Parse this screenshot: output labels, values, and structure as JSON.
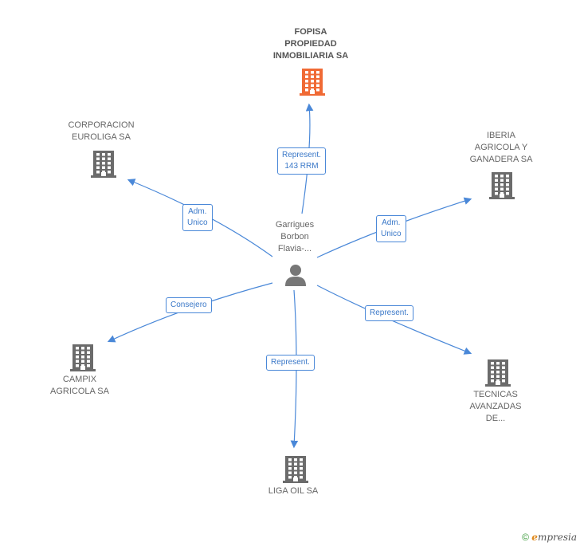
{
  "center": {
    "name_lines": [
      "Garrigues",
      "Borbon",
      "Flavia-..."
    ],
    "icon": "person-icon"
  },
  "nodes": [
    {
      "id": "fopisa",
      "lines": [
        "FOPISA",
        "PROPIEDAD",
        "INMOBILIARIA SA"
      ],
      "icon": "building-icon",
      "color": "#f06a35",
      "bold": true
    },
    {
      "id": "corporacion",
      "lines": [
        "CORPORACION",
        "EUROLIGA SA"
      ],
      "icon": "building-icon",
      "color": "#6b6b6b"
    },
    {
      "id": "iberia",
      "lines": [
        "IBERIA",
        "AGRICOLA Y",
        "GANADERA SA"
      ],
      "icon": "building-icon",
      "color": "#6b6b6b"
    },
    {
      "id": "campix",
      "lines": [
        "CAMPIX",
        "AGRICOLA SA"
      ],
      "icon": "building-icon",
      "color": "#6b6b6b"
    },
    {
      "id": "tecnicas",
      "lines": [
        "TECNICAS",
        "AVANZADAS",
        "DE..."
      ],
      "icon": "building-icon",
      "color": "#6b6b6b"
    },
    {
      "id": "liga",
      "lines": [
        "LIGA OIL SA"
      ],
      "icon": "building-icon",
      "color": "#6b6b6b"
    }
  ],
  "edges": [
    {
      "to": "fopisa",
      "lines": [
        "Represent.",
        "143 RRM"
      ]
    },
    {
      "to": "corporacion",
      "lines": [
        "Adm.",
        "Unico"
      ]
    },
    {
      "to": "iberia",
      "lines": [
        "Adm.",
        "Unico"
      ]
    },
    {
      "to": "campix",
      "lines": [
        "Consejero"
      ]
    },
    {
      "to": "tecnicas",
      "lines": [
        "Represent."
      ]
    },
    {
      "to": "liga",
      "lines": [
        "Represent."
      ]
    }
  ],
  "colors": {
    "edge": "#4a88d8",
    "person": "#777777"
  },
  "footer": {
    "copyright": "©",
    "brand_initial": "e",
    "brand_rest": "mpresia"
  }
}
